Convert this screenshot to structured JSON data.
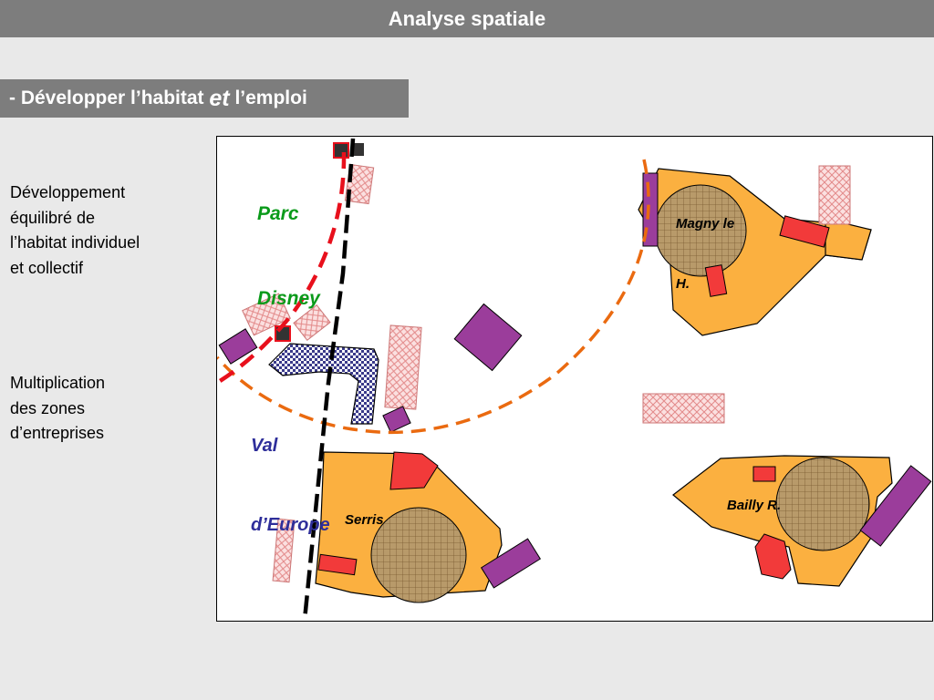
{
  "header": {
    "title": "Analyse spatiale"
  },
  "subheader": {
    "prefix": "- Développer l’habitat ",
    "emphasis": "et",
    "suffix": " l’emploi"
  },
  "side_text": {
    "habitat": [
      "Développement",
      "équilibré de",
      "l’habitat individuel",
      "et collectif"
    ],
    "entreprises": [
      "Multiplication",
      "des zones",
      "d’entreprises"
    ]
  },
  "map": {
    "labels": {
      "parc_disney": [
        "Parc",
        "Disney"
      ],
      "val_europe": [
        "Val",
        "d’Europe"
      ],
      "magny": [
        "Magny le",
        "H."
      ],
      "serris": "Serris",
      "bailly": "Bailly R."
    },
    "colors": {
      "town_fill": "#fbb040",
      "town_center": "#b89a6a",
      "enterprise": "#9b3d9b",
      "commercial": "#ff3b2f",
      "housing_hatch": "#e38a8a",
      "val_europe_pattern": "#3a3a8a",
      "arc_orange": "#ea6a10",
      "arc_red": "#e8101c",
      "rail_black": "#000000",
      "parc_label": "#0a9a1a",
      "val_label": "#2e2e9a"
    }
  }
}
